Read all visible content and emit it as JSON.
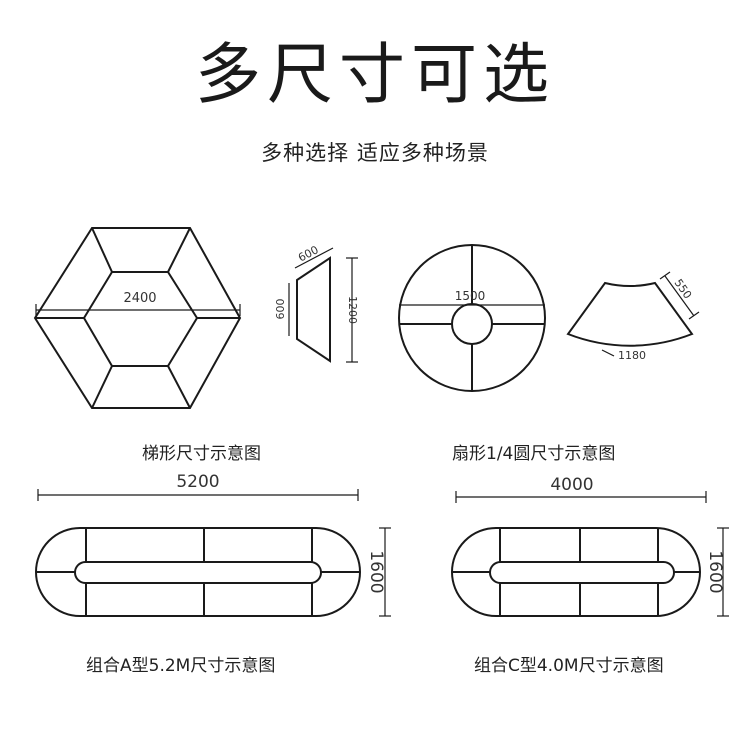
{
  "header": {
    "title": "多尺寸可选",
    "subtitle": "多种选择 适应多种场景"
  },
  "trapezoid_section": {
    "hexagon_width_label": "2400",
    "segment_top_label": "600",
    "segment_side_label": "600",
    "segment_long_label": "1200",
    "caption": "梯形尺寸示意图"
  },
  "sector_section": {
    "circle_diameter_label": "1500",
    "sector_width_label": "550",
    "sector_arc_label": "1180",
    "caption": "扇形1/4圆尺寸示意图"
  },
  "combo_a": {
    "length_label": "5200",
    "height_label": "1600",
    "caption": "组合A型5.2M尺寸示意图"
  },
  "combo_c": {
    "length_label": "4000",
    "height_label": "1600",
    "caption": "组合C型4.0M尺寸示意图"
  },
  "colors": {
    "line": "#1a1a1a",
    "text": "#222222",
    "background": "#ffffff"
  }
}
